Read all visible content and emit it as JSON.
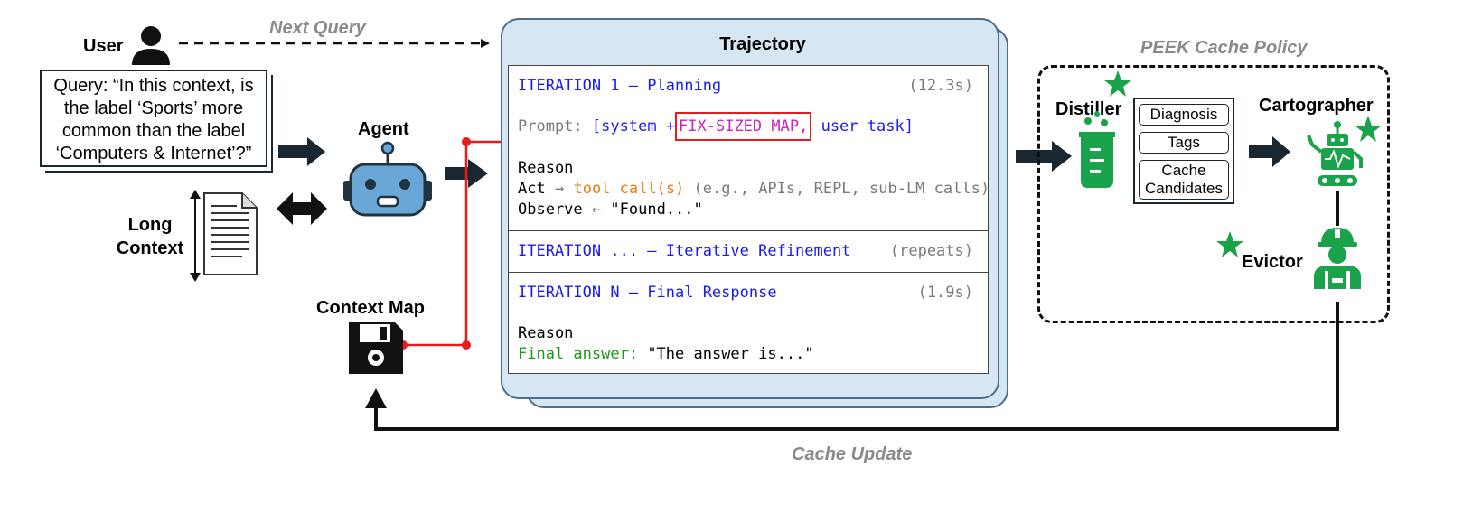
{
  "user": {
    "label": "User"
  },
  "next_query": "Next Query",
  "query_text": "Query: “In this context, is the label ‘Sports’ more common than the label ‘Computers & Internet’?”",
  "agent": {
    "label": "Agent"
  },
  "long_context": {
    "line1": "Long",
    "line2": "Context"
  },
  "context_map": {
    "label": "Context Map"
  },
  "cache_update": "Cache Update",
  "trajectory": {
    "title": "Trajectory",
    "iter1": {
      "title": "ITERATION 1 – Planning",
      "time": "(12.3s)"
    },
    "prompt": {
      "prefix": "Prompt:",
      "open": "[system +",
      "map": "FIX-SIZED MAP,",
      "close": "user task]"
    },
    "reason": "Reason",
    "act": {
      "word": "Act",
      "arrow": "→",
      "call": "tool call(s)",
      "detail": "(e.g., APIs, REPL, sub-LM calls)"
    },
    "observe": {
      "word": "Observe",
      "arrow": "←",
      "text": "\"Found...\""
    },
    "iter_mid": {
      "title": "ITERATION ... – Iterative Refinement",
      "note": "(repeats)"
    },
    "iterN": {
      "title": "ITERATION N – Final Response",
      "time": "(1.9s)"
    },
    "reason2": "Reason",
    "final": {
      "label": "Final answer:",
      "text": "\"The answer is...\""
    }
  },
  "policy": {
    "title": "PEEK Cache Policy",
    "distiller": "Distiller",
    "cartographer": "Cartographer",
    "evictor": "Evictor",
    "items": [
      "Diagnosis",
      "Tags",
      "Cache Candidates"
    ]
  },
  "colors": {
    "blue": "#1a1af0",
    "orange": "#f07a10",
    "green": "#1a9a1a",
    "magenta": "#d020c0",
    "red": "#e81c1c",
    "policy_green": "#1aa34a",
    "panel_blue": "#d6e7f3"
  }
}
